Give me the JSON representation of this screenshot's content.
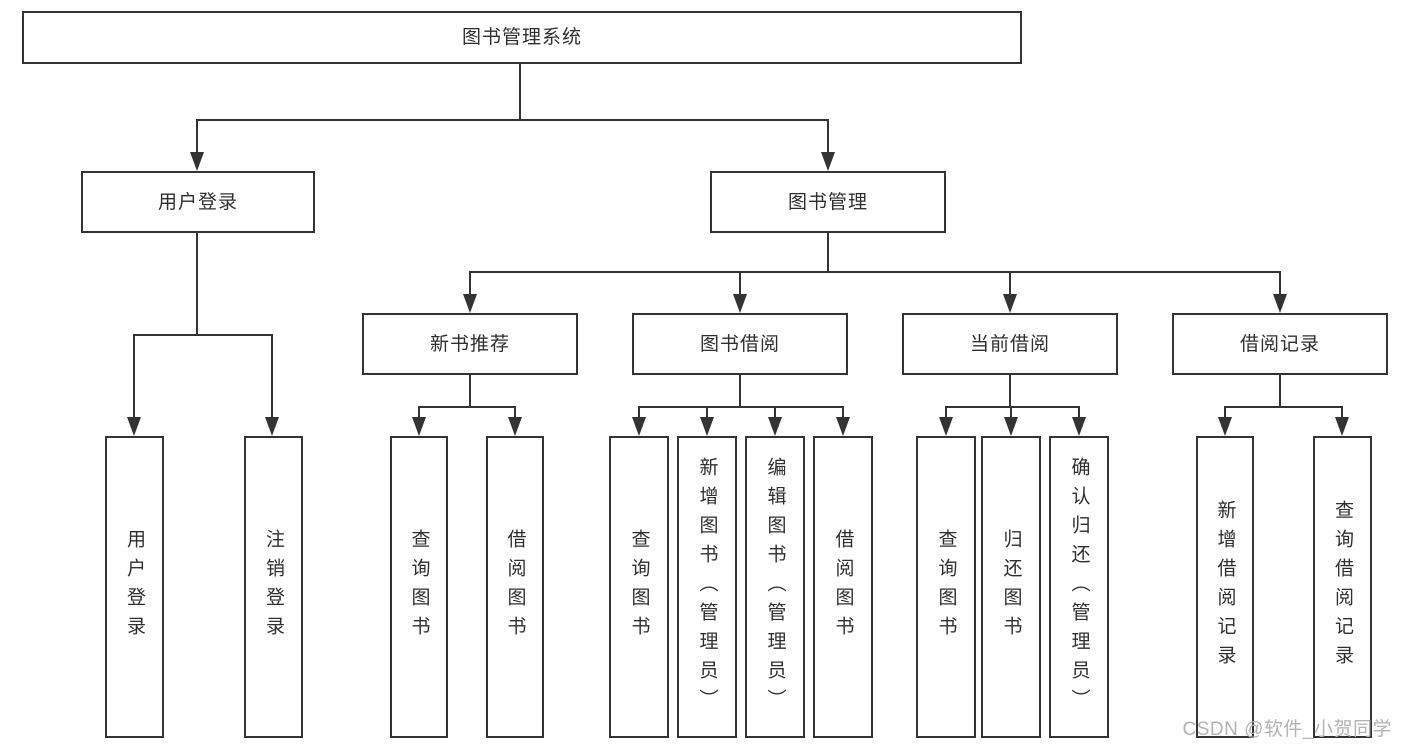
{
  "tree": {
    "label": "图书管理系统",
    "children": [
      {
        "label": "用户登录",
        "children": [
          {
            "label": "用户登录"
          },
          {
            "label": "注销登录"
          }
        ]
      },
      {
        "label": "图书管理",
        "children": [
          {
            "label": "新书推荐",
            "children": [
              {
                "label": "查询图书"
              },
              {
                "label": "借阅图书"
              }
            ]
          },
          {
            "label": "图书借阅",
            "children": [
              {
                "label": "查询图书"
              },
              {
                "label": "新增图书（管理员）"
              },
              {
                "label": "编辑图书（管理员）"
              },
              {
                "label": "借阅图书"
              }
            ]
          },
          {
            "label": "当前借阅",
            "children": [
              {
                "label": "查询图书"
              },
              {
                "label": "归还图书"
              },
              {
                "label": "确认归还（管理员）"
              }
            ]
          },
          {
            "label": "借阅记录",
            "children": [
              {
                "label": "新增借阅记录"
              },
              {
                "label": "查询借阅记录"
              }
            ]
          }
        ]
      }
    ]
  },
  "watermark": "CSDN @软件_小贺同学",
  "colors": {
    "line": "#333333",
    "box_border": "#333333",
    "box_fill": "#ffffff",
    "text": "#2f2f2f",
    "watermark": "#b3b3b3"
  }
}
